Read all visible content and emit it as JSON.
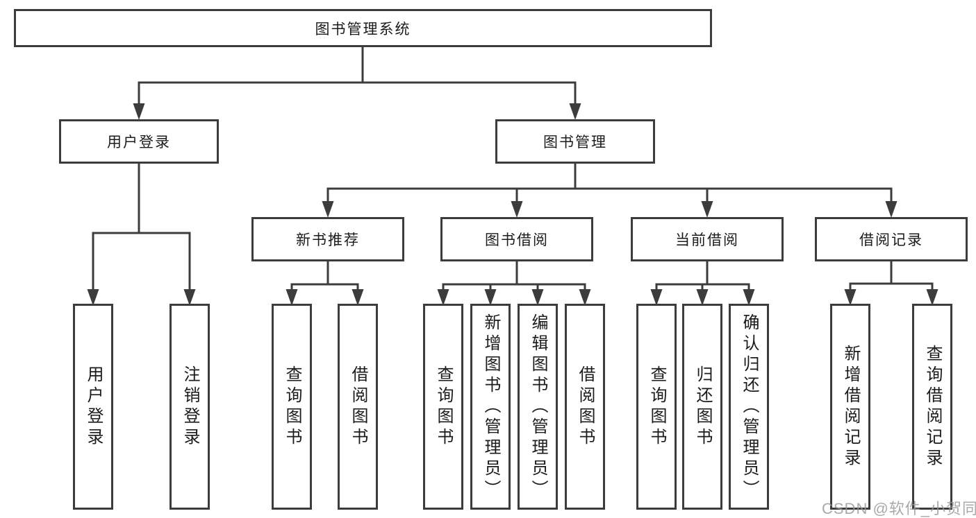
{
  "tree": {
    "root": {
      "label": "图书管理系统"
    },
    "level2": [
      {
        "label": "用户登录",
        "children": [
          {
            "label": "用户登录"
          },
          {
            "label": "注销登录"
          }
        ]
      },
      {
        "label": "图书管理",
        "children": [
          {
            "label": "新书推荐",
            "children": [
              {
                "label": "查询图书"
              },
              {
                "label": "借阅图书"
              }
            ]
          },
          {
            "label": "图书借阅",
            "children": [
              {
                "label": "查询图书"
              },
              {
                "label": "新增图书（管理员）"
              },
              {
                "label": "编辑图书（管理员）"
              },
              {
                "label": "借阅图书"
              }
            ]
          },
          {
            "label": "当前借阅",
            "children": [
              {
                "label": "查询图书"
              },
              {
                "label": "归还图书"
              },
              {
                "label": "确认归还（管理员）"
              }
            ]
          },
          {
            "label": "借阅记录",
            "children": [
              {
                "label": "新增借阅记录"
              },
              {
                "label": "查询借阅记录"
              }
            ]
          }
        ]
      }
    ]
  },
  "watermark": {
    "text": "CSDN @软件_小贺同学"
  },
  "colors": {
    "line": "#3c3c3c",
    "box_border": "#3c3c3c",
    "box_fill": "#ffffff",
    "text": "#1b1b1b",
    "background": "#ffffff",
    "watermark": "#969696"
  }
}
